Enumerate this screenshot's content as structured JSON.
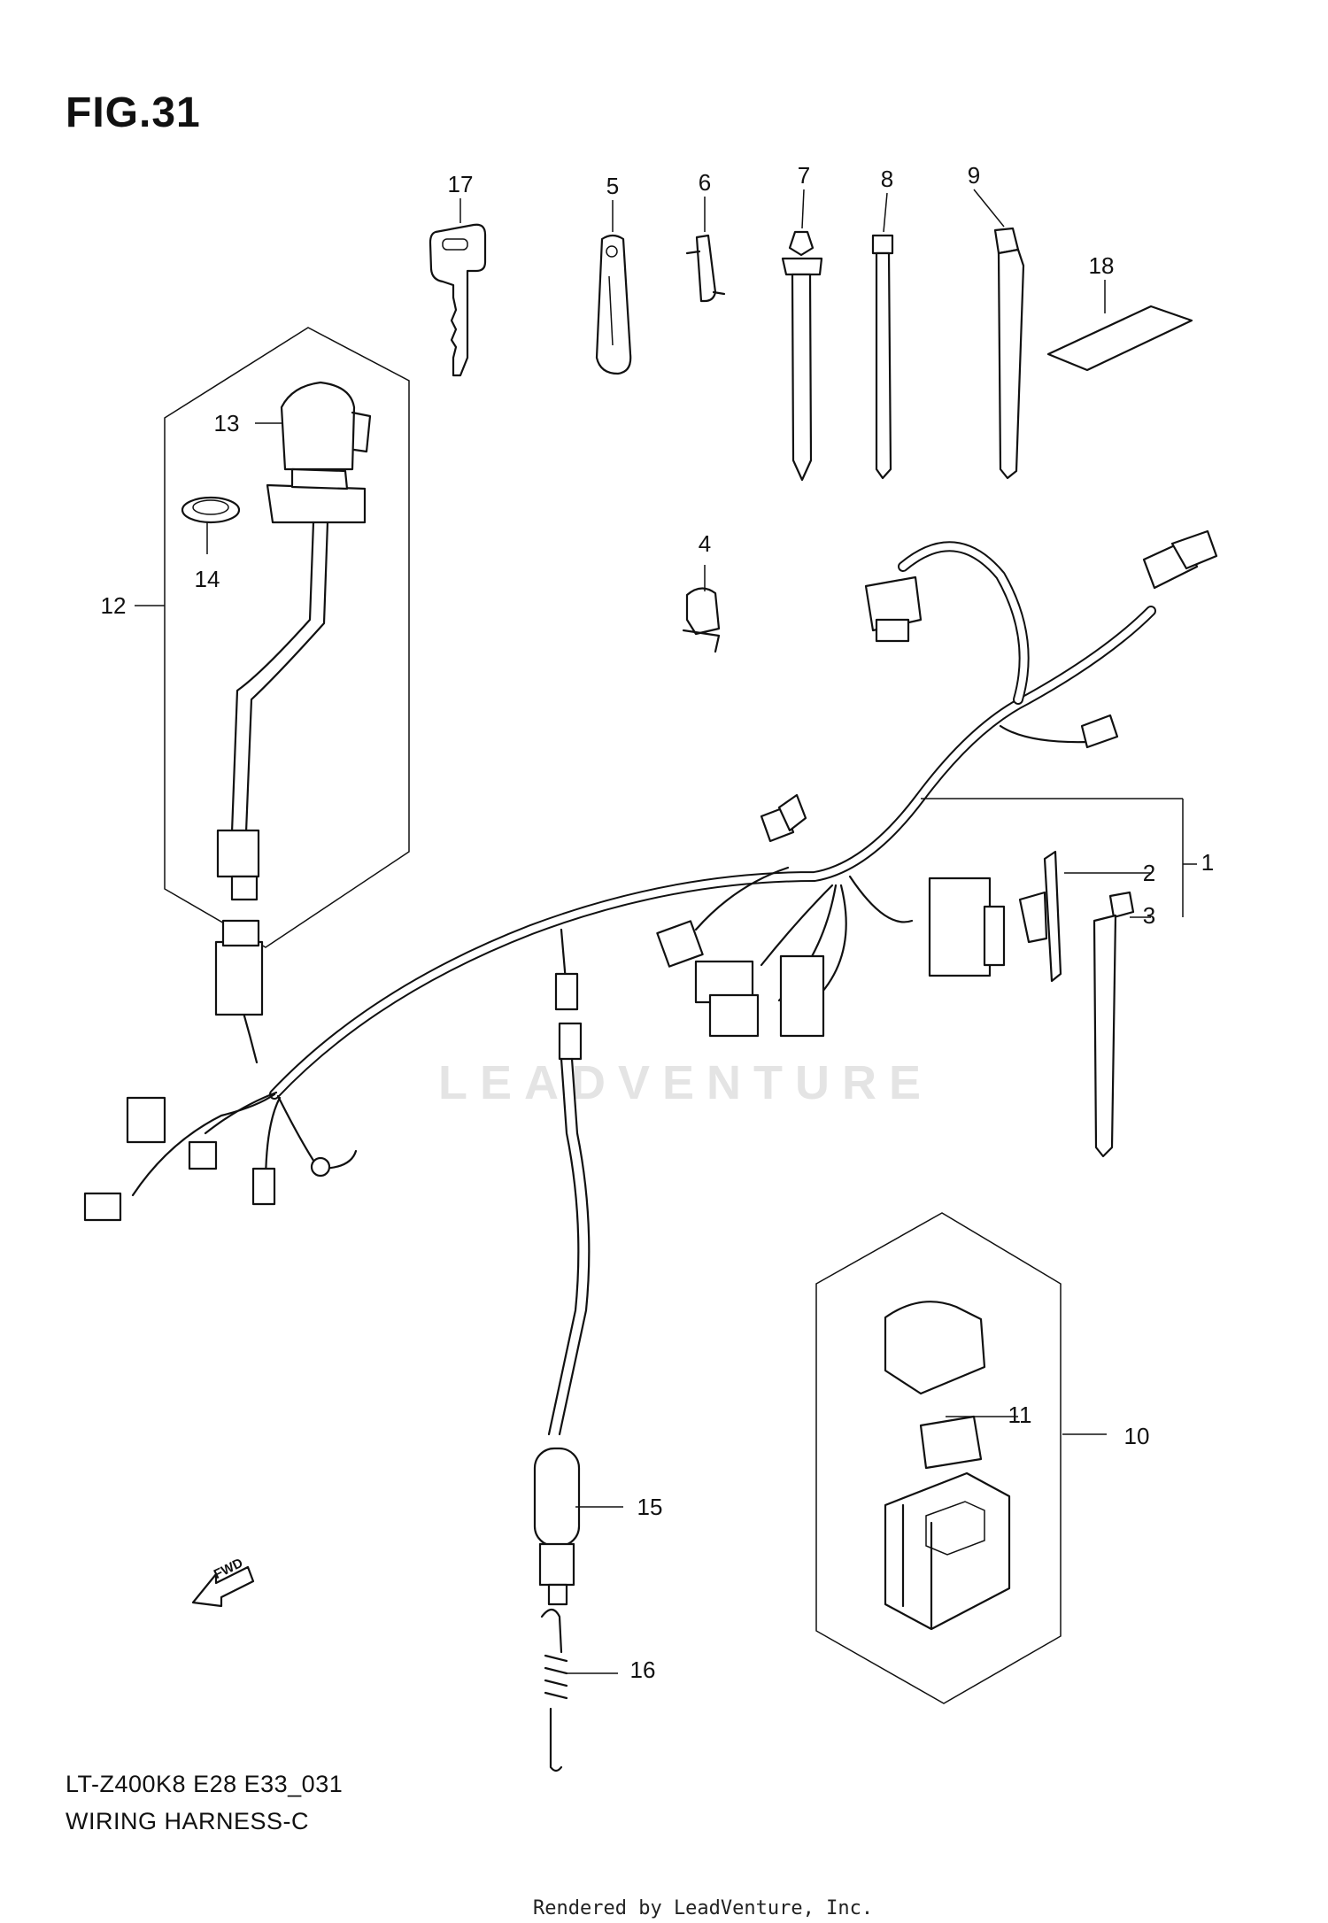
{
  "figure": {
    "title": "FIG.31"
  },
  "callouts": [
    {
      "id": "1",
      "text": "1"
    },
    {
      "id": "2",
      "text": "2"
    },
    {
      "id": "3",
      "text": "3"
    },
    {
      "id": "4",
      "text": "4"
    },
    {
      "id": "5",
      "text": "5"
    },
    {
      "id": "6",
      "text": "6"
    },
    {
      "id": "7",
      "text": "7"
    },
    {
      "id": "8",
      "text": "8"
    },
    {
      "id": "9",
      "text": "9"
    },
    {
      "id": "10",
      "text": "10"
    },
    {
      "id": "11",
      "text": "11"
    },
    {
      "id": "12",
      "text": "12"
    },
    {
      "id": "13",
      "text": "13"
    },
    {
      "id": "14",
      "text": "14"
    },
    {
      "id": "15",
      "text": "15"
    },
    {
      "id": "16",
      "text": "16"
    },
    {
      "id": "17",
      "text": "17"
    },
    {
      "id": "18",
      "text": "18"
    }
  ],
  "fwd_marker": "FWD",
  "watermark": "LEADVENTURE",
  "footer": {
    "model_code": "LT-Z400K8 E28 E33_031",
    "section_name": "WIRING HARNESS-C"
  },
  "credit": "Rendered by LeadVenture, Inc."
}
